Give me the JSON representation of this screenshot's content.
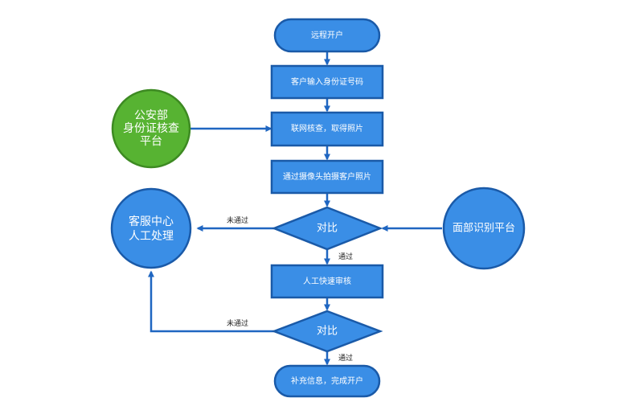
{
  "colors": {
    "node_fill": "#3a8ee6",
    "node_stroke": "#1a5aa8",
    "arrow": "#1f66c1",
    "green_fill": "#57b332",
    "green_stroke": "#3d8a22"
  },
  "nodes": {
    "start": "远程开户",
    "enter_id": "客户输入身份证号码",
    "verify_online": "联网核查，取得照片",
    "capture_photo": "通过摄像头拍摄客户照片",
    "compare_1": "对比",
    "manual_review": "人工快速审核",
    "compare_2": "对比",
    "finish": "补充信息，完成开户",
    "police_platform": [
      "公安部",
      "身份证核查",
      "平台"
    ],
    "service_center": [
      "客服中心",
      "人工处理"
    ],
    "face_platform": "面部识别平台"
  },
  "edges": {
    "pass_1": "通过",
    "fail_1": "未通过",
    "pass_2": "通过",
    "fail_2": "未通过"
  }
}
